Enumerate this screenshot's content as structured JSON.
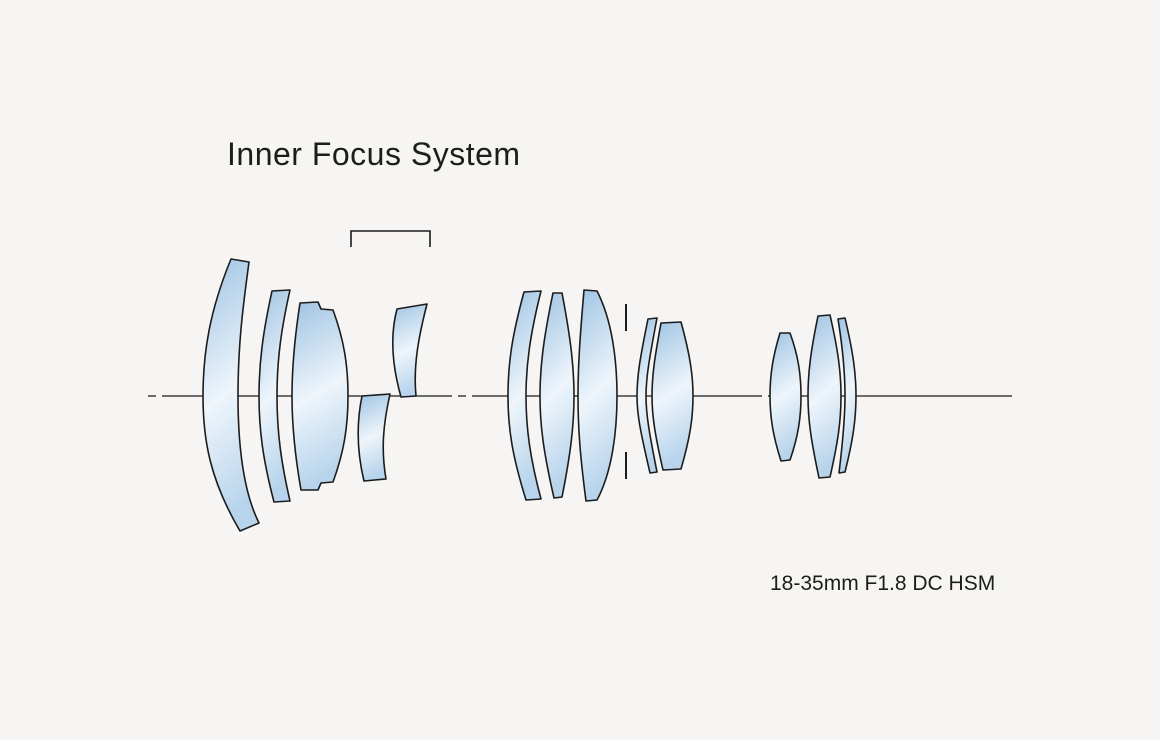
{
  "title": "Inner Focus System",
  "caption": "18-35mm F1.8 DC HSM",
  "diagram": {
    "kind": "lens-construction-cross-section",
    "element_count": 13,
    "bracket_meaning": "inner-focus-group",
    "groups": [
      "front-group",
      "inner-focus-group",
      "middle-group",
      "aperture-stop",
      "rear-group",
      "rear-doublet"
    ],
    "colors": {
      "background": "#f6f5f3",
      "outline": "#1c1c1c",
      "glass_top": "#9ec3e3",
      "glass_mid": "#eef5fb",
      "glass_bottom": "#b7d4ec",
      "text": "#1d1d1b"
    }
  }
}
